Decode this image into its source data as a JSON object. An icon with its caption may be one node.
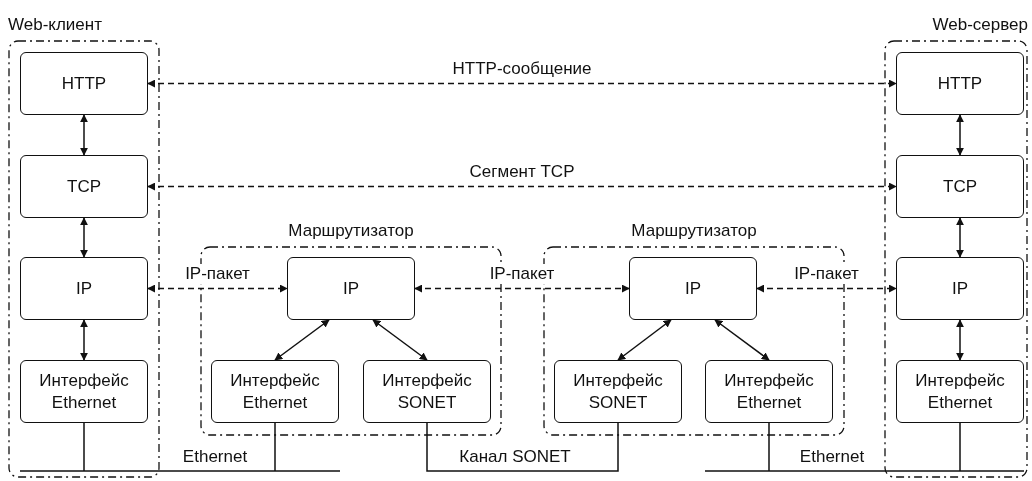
{
  "diagram": {
    "nodes": [
      {
        "text": [
          "Web-клиент"
        ]
      },
      {
        "text": [
          "HTTP"
        ],
        "in": 0
      },
      {
        "text": [
          "TCP"
        ],
        "in": 0
      },
      {
        "text": [
          "IP"
        ],
        "in": 0
      },
      {
        "text": [
          "Интерфейс Ethernet"
        ],
        "in": 0
      },
      {
        "text": [
          "Маршрутизатор"
        ]
      },
      {
        "text": [
          "IP"
        ],
        "in": 5
      },
      {
        "text": [
          "Интерфейс Ethernet"
        ],
        "in": 5
      },
      {
        "text": [
          "Интерфейс SONET"
        ],
        "in": 5
      },
      {
        "text": [
          "Маршрутизатор"
        ]
      },
      {
        "text": [
          "IP"
        ],
        "in": 9
      },
      {
        "text": [
          "Интерфейс SONET"
        ],
        "in": 9
      },
      {
        "text": [
          "Интерфейс Ethernet"
        ],
        "in": 9
      },
      {
        "text": [
          "Web-сервер"
        ]
      },
      {
        "text": [
          "HTTP"
        ],
        "in": 13
      },
      {
        "text": [
          "TCP"
        ],
        "in": 13
      },
      {
        "text": [
          "IP"
        ],
        "in": 13
      },
      {
        "text": [
          "Интерфейс Ethernet"
        ],
        "in": 13
      }
    ],
    "edges": [
      {
        "from": 1,
        "to": 14,
        "arrow": "both",
        "style": "dashed",
        "label": "HTTP-сообщение"
      },
      {
        "from": 2,
        "to": 15,
        "arrow": "both",
        "style": "dashed",
        "label": "Сегмент TCP"
      },
      {
        "from": 3,
        "to": 6,
        "arrow": "both",
        "style": "dashed",
        "label": "IP-пакет"
      },
      {
        "from": 6,
        "to": 10,
        "arrow": "both",
        "style": "dashed",
        "label": "IP-пакет"
      },
      {
        "from": 10,
        "to": 16,
        "arrow": "both",
        "style": "dashed",
        "label": "IP-пакет"
      },
      {
        "from": 1,
        "to": 2,
        "arrow": "both"
      },
      {
        "from": 2,
        "to": 3,
        "arrow": "both"
      },
      {
        "from": 3,
        "to": 4,
        "arrow": "both"
      },
      {
        "from": 14,
        "to": 15,
        "arrow": "both"
      },
      {
        "from": 15,
        "to": 16,
        "arrow": "both"
      },
      {
        "from": 16,
        "to": 17,
        "arrow": "both"
      },
      {
        "from": 6,
        "to": 7,
        "arrow": "both"
      },
      {
        "from": 6,
        "to": 8,
        "arrow": "both"
      },
      {
        "from": 10,
        "to": 11,
        "arrow": "both"
      },
      {
        "from": 10,
        "to": 12,
        "arrow": "both"
      },
      {
        "from": 4,
        "to": 7,
        "arrow": "none",
        "label": "Ethernet"
      },
      {
        "from": 8,
        "to": 11,
        "arrow": "none",
        "label": "Канал SONET"
      },
      {
        "from": 12,
        "to": 17,
        "arrow": "none",
        "label": "Ethernet"
      }
    ]
  }
}
